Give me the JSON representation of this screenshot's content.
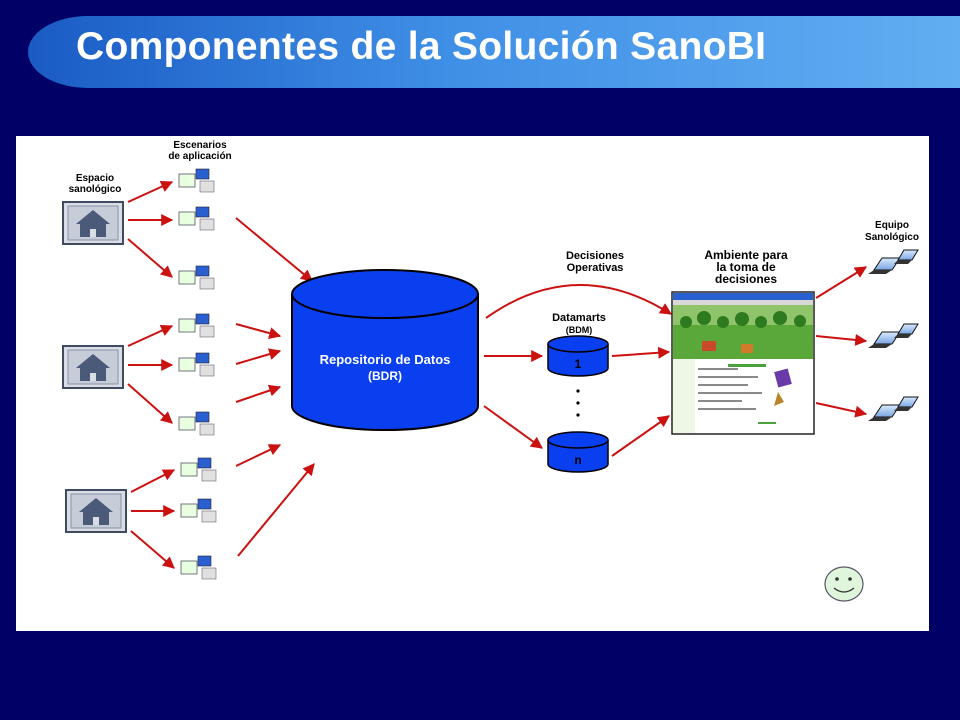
{
  "title": "Componentes de la Solución SanoBI",
  "diagram": {
    "labels": {
      "scenarios_line1": "Escenarios",
      "scenarios_line2": "de aplicación",
      "space_line1": "Espacio",
      "space_line2": "sanológico",
      "repository_line1": "Repositorio de Datos",
      "repository_line2": "(BDR)",
      "decisions_line1": "Decisiones",
      "decisions_line2": "Operativas",
      "datamarts_line1": "Datamarts",
      "datamarts_line2": "(BDM)",
      "datamart_first": "1",
      "datamart_last": "n",
      "environment_line1": "Ambiente para",
      "environment_line2": "la toma de",
      "environment_line3": "decisiones",
      "team_line1": "Equipo",
      "team_line2": "Sanológico"
    },
    "icons": {
      "house": "house-icon",
      "document": "document-icon",
      "laptop": "laptop-icon",
      "smiley": "smiley-face-icon"
    },
    "colors": {
      "background": "#000066",
      "title_band": "#3f8fe6",
      "database": "#0a3ff0",
      "arrow": "#cc1111"
    }
  }
}
